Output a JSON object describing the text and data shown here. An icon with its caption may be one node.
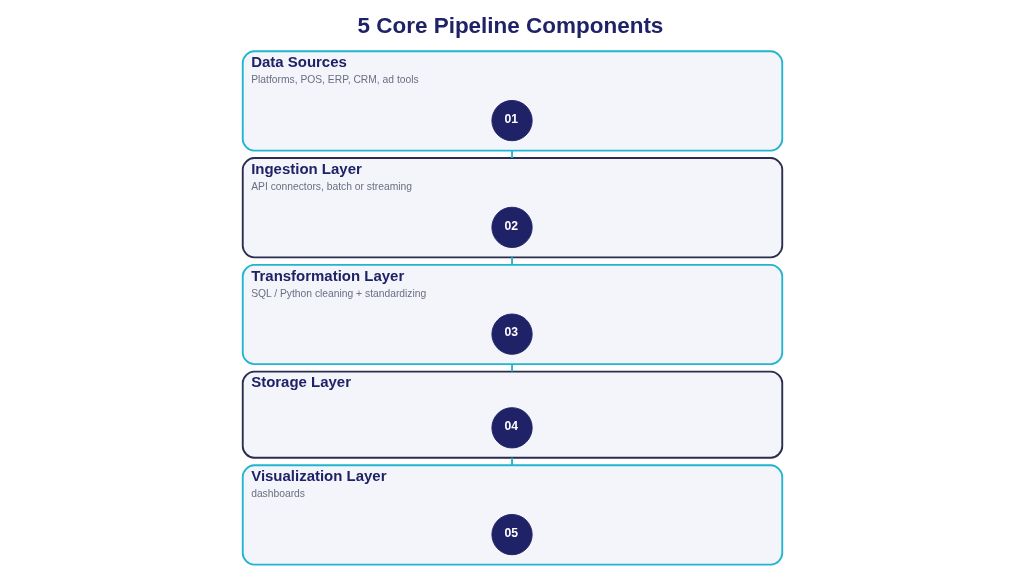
{
  "diagram": {
    "title": "5 Core Pipeline Components",
    "nodes": [
      {
        "text": [
          "Data Sources",
          "Platforms, POS, ERP, CRM, ad tools"
        ]
      },
      {
        "text": [
          "01"
        ],
        "in": 0
      },
      {
        "text": [
          "Ingestion Layer",
          "API connectors, batch or streaming"
        ]
      },
      {
        "text": [
          "02"
        ],
        "in": 2
      },
      {
        "text": [
          "Transformation Layer",
          "SQL / Python cleaning + standardizing"
        ]
      },
      {
        "text": [
          "03"
        ],
        "in": 4
      },
      {
        "text": [
          "Storage Layer"
        ]
      },
      {
        "text": [
          "04"
        ],
        "in": 6
      },
      {
        "text": [
          "Visualization Layer",
          "dashboards"
        ]
      },
      {
        "text": [
          "05"
        ],
        "in": 8
      }
    ],
    "edges": [
      {
        "from": 0,
        "to": 2,
        "arrow": "none"
      },
      {
        "from": 2,
        "to": 4,
        "arrow": "none"
      },
      {
        "from": 4,
        "to": 6,
        "arrow": "none"
      },
      {
        "from": 6,
        "to": 8,
        "arrow": "none"
      }
    ]
  }
}
